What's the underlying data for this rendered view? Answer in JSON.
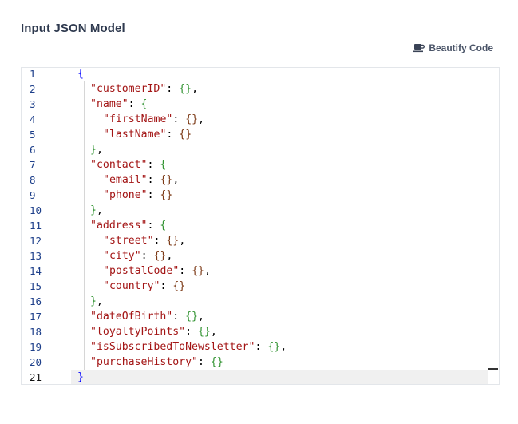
{
  "panel": {
    "title": "Input JSON Model",
    "beautify_label": "Beautify Code",
    "beautify_icon": "coffee-cup-icon"
  },
  "editor": {
    "active_line": 21,
    "lines": [
      {
        "n": "1",
        "tokens": [
          {
            "t": "{",
            "c": "b1"
          }
        ]
      },
      {
        "n": "2",
        "tokens": [
          {
            "t": "\"customerID\"",
            "c": "k"
          },
          {
            "t": ": ",
            "c": "p"
          },
          {
            "t": "{}",
            "c": "b2"
          },
          {
            "t": ",",
            "c": "p"
          }
        ]
      },
      {
        "n": "3",
        "tokens": [
          {
            "t": "\"name\"",
            "c": "k"
          },
          {
            "t": ": ",
            "c": "p"
          },
          {
            "t": "{",
            "c": "b2"
          }
        ]
      },
      {
        "n": "4",
        "tokens": [
          {
            "t": "\"firstName\"",
            "c": "k"
          },
          {
            "t": ": ",
            "c": "p"
          },
          {
            "t": "{}",
            "c": "b3"
          },
          {
            "t": ",",
            "c": "p"
          }
        ]
      },
      {
        "n": "5",
        "tokens": [
          {
            "t": "\"lastName\"",
            "c": "k"
          },
          {
            "t": ": ",
            "c": "p"
          },
          {
            "t": "{}",
            "c": "b3"
          }
        ]
      },
      {
        "n": "6",
        "tokens": [
          {
            "t": "}",
            "c": "b2"
          },
          {
            "t": ",",
            "c": "p"
          }
        ]
      },
      {
        "n": "7",
        "tokens": [
          {
            "t": "\"contact\"",
            "c": "k"
          },
          {
            "t": ": ",
            "c": "p"
          },
          {
            "t": "{",
            "c": "b2"
          }
        ]
      },
      {
        "n": "8",
        "tokens": [
          {
            "t": "\"email\"",
            "c": "k"
          },
          {
            "t": ": ",
            "c": "p"
          },
          {
            "t": "{}",
            "c": "b3"
          },
          {
            "t": ",",
            "c": "p"
          }
        ]
      },
      {
        "n": "9",
        "tokens": [
          {
            "t": "\"phone\"",
            "c": "k"
          },
          {
            "t": ": ",
            "c": "p"
          },
          {
            "t": "{}",
            "c": "b3"
          }
        ]
      },
      {
        "n": "10",
        "tokens": [
          {
            "t": "}",
            "c": "b2"
          },
          {
            "t": ",",
            "c": "p"
          }
        ]
      },
      {
        "n": "11",
        "tokens": [
          {
            "t": "\"address\"",
            "c": "k"
          },
          {
            "t": ": ",
            "c": "p"
          },
          {
            "t": "{",
            "c": "b2"
          }
        ]
      },
      {
        "n": "12",
        "tokens": [
          {
            "t": "\"street\"",
            "c": "k"
          },
          {
            "t": ": ",
            "c": "p"
          },
          {
            "t": "{}",
            "c": "b3"
          },
          {
            "t": ",",
            "c": "p"
          }
        ]
      },
      {
        "n": "13",
        "tokens": [
          {
            "t": "\"city\"",
            "c": "k"
          },
          {
            "t": ": ",
            "c": "p"
          },
          {
            "t": "{}",
            "c": "b3"
          },
          {
            "t": ",",
            "c": "p"
          }
        ]
      },
      {
        "n": "14",
        "tokens": [
          {
            "t": "\"postalCode\"",
            "c": "k"
          },
          {
            "t": ": ",
            "c": "p"
          },
          {
            "t": "{}",
            "c": "b3"
          },
          {
            "t": ",",
            "c": "p"
          }
        ]
      },
      {
        "n": "15",
        "tokens": [
          {
            "t": "\"country\"",
            "c": "k"
          },
          {
            "t": ": ",
            "c": "p"
          },
          {
            "t": "{}",
            "c": "b3"
          }
        ]
      },
      {
        "n": "16",
        "tokens": [
          {
            "t": "}",
            "c": "b2"
          },
          {
            "t": ",",
            "c": "p"
          }
        ]
      },
      {
        "n": "17",
        "tokens": [
          {
            "t": "\"dateOfBirth\"",
            "c": "k"
          },
          {
            "t": ": ",
            "c": "p"
          },
          {
            "t": "{}",
            "c": "b2"
          },
          {
            "t": ",",
            "c": "p"
          }
        ]
      },
      {
        "n": "18",
        "tokens": [
          {
            "t": "\"loyaltyPoints\"",
            "c": "k"
          },
          {
            "t": ": ",
            "c": "p"
          },
          {
            "t": "{}",
            "c": "b2"
          },
          {
            "t": ",",
            "c": "p"
          }
        ]
      },
      {
        "n": "19",
        "tokens": [
          {
            "t": "\"isSubscribedToNewsletter\"",
            "c": "k"
          },
          {
            "t": ": ",
            "c": "p"
          },
          {
            "t": "{}",
            "c": "b2"
          },
          {
            "t": ",",
            "c": "p"
          }
        ]
      },
      {
        "n": "20",
        "tokens": [
          {
            "t": "\"purchaseHistory\"",
            "c": "k"
          },
          {
            "t": ": ",
            "c": "p"
          },
          {
            "t": "{}",
            "c": "b2"
          }
        ]
      },
      {
        "n": "21",
        "tokens": [
          {
            "t": "}",
            "c": "b1"
          }
        ]
      }
    ]
  }
}
